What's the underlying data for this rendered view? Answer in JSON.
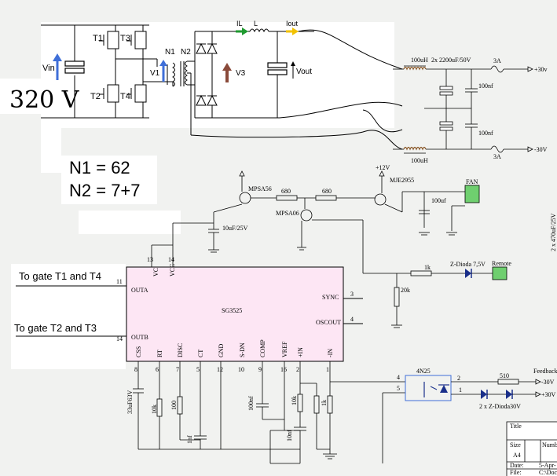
{
  "colors": {
    "background": "#f1f2f0",
    "paper": "#ffffff",
    "chip": "#fde6f4",
    "green_box": "#6fcf6f",
    "ind_brown": "#8b5a2b",
    "arrow_blue": "#3f6fd8",
    "arrow_brown": "#8a4a3a",
    "arrow_green": "#1f9a2f",
    "arrow_yellow": "#f2c200"
  },
  "bridge": {
    "t1": "T1",
    "t2": "T2",
    "t3": "T3",
    "t4": "T4",
    "vin": "Vin",
    "v1": "V1",
    "n1": "N1",
    "n2": "N2",
    "v3": "V3",
    "il": "IL",
    "l": "L",
    "iout": "Iout",
    "vout": "Vout",
    "input_voltage": "320 V"
  },
  "turns": {
    "n1": "N1 = 62",
    "n2": "N2 = 7+7"
  },
  "output_filter": {
    "inductor_top": "100uH",
    "inductor_bottom": "100uH",
    "caps": "2x 2200uF/50V",
    "c_top": "100nf",
    "c_bot": "100nf",
    "fuse_top": "3A",
    "fuse_bot": "3A",
    "out_pos": "+30v",
    "out_neg": "-30V"
  },
  "fan_driver": {
    "q1": "MPSA56",
    "q2": "MPSA06",
    "q3": "MJE2955",
    "r1": "680",
    "r2": "680",
    "v12": "+12V",
    "c_fan": "100uf",
    "fan": "FAN",
    "c_vcc": "10uF/25V",
    "r_remote": "1k",
    "r_20k": "20k",
    "zener": "Z-Dioda 7,5V",
    "remote": "Remote"
  },
  "chip": {
    "name": "SG3525",
    "pins_top": [
      {
        "num": "13",
        "name": "VC"
      },
      {
        "num": "14",
        "name": "VCC"
      }
    ],
    "pin_outa": {
      "num": "11",
      "name": "OUTA"
    },
    "pin_outb": {
      "num": "14",
      "name": "OUTB"
    },
    "pin_sync": {
      "num": "3",
      "name": "SYNC"
    },
    "pin_oscout": {
      "num": "4",
      "name": "OSCOUT"
    },
    "pins_bottom": [
      {
        "num": "8",
        "name": "CSS"
      },
      {
        "num": "6",
        "name": "RT"
      },
      {
        "num": "7",
        "name": "DISC"
      },
      {
        "num": "5",
        "name": "CT"
      },
      {
        "num": "12",
        "name": "GND"
      },
      {
        "num": "10",
        "name": "S-DN"
      },
      {
        "num": "9",
        "name": "COMP"
      },
      {
        "num": "16",
        "name": "VREF"
      },
      {
        "num": "2",
        "name": "+IN"
      },
      {
        "num": "1",
        "name": "-IN"
      }
    ]
  },
  "gate_labels": {
    "a": "To gate T1 and T4",
    "b": "To gate T2 and T3"
  },
  "feedback": {
    "css_cap": "33uF63V",
    "rt": "10k",
    "disc": "100",
    "ct": "1nf",
    "comp_cap": "100nf",
    "r10k": "10k",
    "r1k": "1k",
    "c10nf": "10nf",
    "opto": "4N25",
    "r510": "510",
    "pin4": "4",
    "pin5": "5",
    "pin2": "2",
    "pin1": "1",
    "zeners": "2 x Z-Dioda30V",
    "feedback": "Feedback",
    "neg": "-30V",
    "pos": "+30V"
  },
  "title_block": {
    "title": "Title",
    "size": "Size",
    "size_val": "A4",
    "number": "Numb",
    "date": "Date:",
    "date_val": "5-Apr-",
    "file": "File:",
    "file_val": "C:\\Doc"
  },
  "edge_note": "2 x 470uF/25V"
}
